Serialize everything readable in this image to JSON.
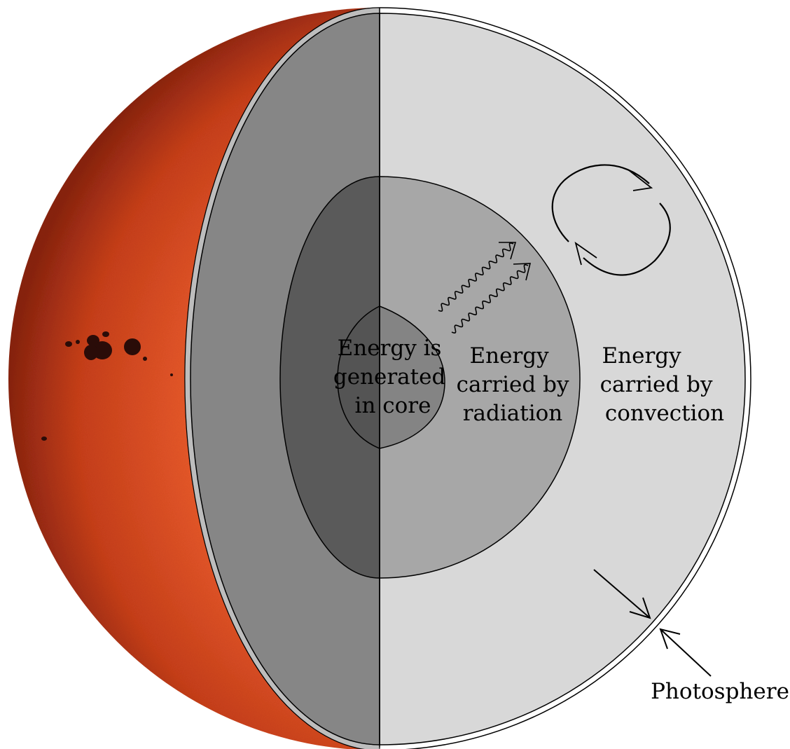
{
  "labels": {
    "core": [
      "Energy is",
      "generated",
      "in core"
    ],
    "radiative_zone": [
      "Energy",
      "carried by",
      "radiation"
    ],
    "convective_zone": [
      "Energy",
      "carried by",
      "convection"
    ],
    "photosphere": "Photosphere"
  },
  "colors": {
    "sun_surface": "#d2451c",
    "sun_surface_bright": "#f26a3a",
    "sunspot": "#2a0c08",
    "convection_zone_front": "#d8d8d8",
    "convection_zone_cut_face": "#868686",
    "radiative_zone_front": "#a7a7a7",
    "radiative_zone_cut_face": "#5a5a5a",
    "core_front": "#848484",
    "core_cut_face": "#545454",
    "outline": "#000000"
  }
}
